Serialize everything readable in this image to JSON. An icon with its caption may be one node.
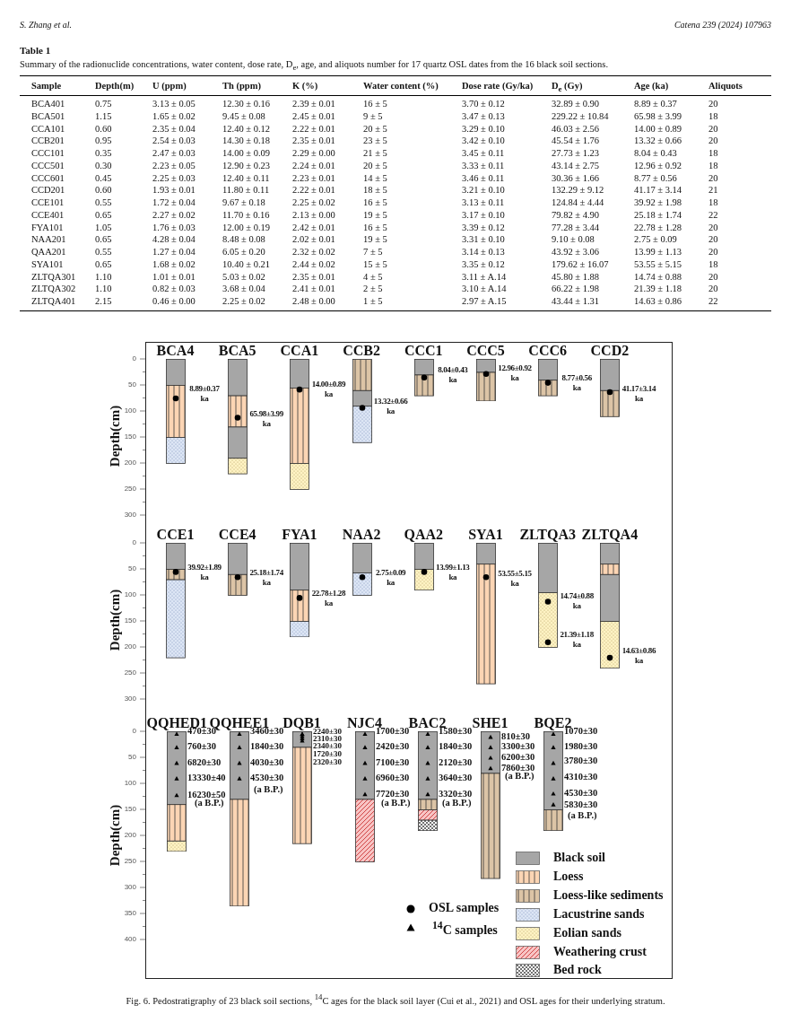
{
  "diagram": {
    "title": "Table 1",
    "caption": "Fig. 6. Pedostratigraphy of 23 black soil sections, $^{14}$C ages for the black soil layer (Cui et al., 2021) and OSL ages for their underlying stratum.",
    "nodes": [
      {
        "text": [
          "BCA4"
        ],
        "beside": [
          "8.89±0.37 ka"
        ]
      },
      {
        "text": [
          "BCA5"
        ],
        "beside": [
          "65.98±3.99 ka"
        ]
      },
      {
        "text": [
          "CCA1"
        ],
        "beside": [
          "14.00±0.89 ka"
        ]
      },
      {
        "text": [
          "CCB2"
        ],
        "beside": [
          "13.32±0.66 ka"
        ]
      },
      {
        "text": [
          "CCC1"
        ],
        "beside": [
          "8.04±0.43 ka"
        ]
      },
      {
        "text": [
          "CCC5"
        ],
        "beside": [
          "12.96±0.92 ka"
        ]
      },
      {
        "text": [
          "CCC6"
        ],
        "beside": [
          "8.77±0.56 ka"
        ]
      },
      {
        "text": [
          "CCD2"
        ],
        "beside": [
          "41.17±3.14 ka"
        ]
      },
      {
        "text": [
          "CCE1"
        ],
        "beside": [
          "39.92±1.89 ka"
        ]
      },
      {
        "text": [
          "CCE4"
        ],
        "beside": [
          "25.18±1.74 ka"
        ]
      },
      {
        "text": [
          "FYA1"
        ],
        "beside": [
          "22.78±1.28 ka"
        ]
      },
      {
        "text": [
          "NAA2"
        ],
        "beside": [
          "2.75±0.09 ka"
        ]
      },
      {
        "text": [
          "QAA2"
        ],
        "beside": [
          "13.99±1.13 ka"
        ]
      },
      {
        "text": [
          "SYA1"
        ],
        "beside": [
          "53.55±5.15 ka"
        ]
      },
      {
        "text": [
          "ZLTQA3"
        ],
        "beside": [
          "14.74±0.88 ka",
          "21.39±1.18 ka"
        ]
      },
      {
        "text": [
          "ZLTQA4"
        ],
        "beside": [
          "14.63±0.86 ka"
        ]
      },
      {
        "text": [
          "QQHED1"
        ],
        "beside": [
          "470±30",
          "760±30",
          "6820±30",
          "13330±40",
          "16230±50",
          "(a B.P.)"
        ]
      },
      {
        "text": [
          "QQHEE1"
        ],
        "beside": [
          "3460±30",
          "1840±30",
          "4030±30",
          "4530±30",
          "(a B.P.)"
        ]
      },
      {
        "text": [
          "DQB1"
        ],
        "beside": [
          "2240±30",
          "2310±30",
          "2340±30",
          "1720±30",
          "2320±30"
        ]
      },
      {
        "text": [
          "NJC4"
        ],
        "beside": [
          "1700±30",
          "2420±30",
          "7100±30",
          "6960±30",
          "7720±30",
          "(a B.P.)"
        ]
      },
      {
        "text": [
          "BAC2"
        ],
        "beside": [
          "1580±30",
          "1840±30",
          "2120±30",
          "3640±30",
          "3320±30",
          "(a B.P.)"
        ]
      },
      {
        "text": [
          "SHE1"
        ],
        "beside": [
          "810±30",
          "3300±30",
          "6200±30",
          "7860±30",
          "(a B.P.)"
        ]
      },
      {
        "text": [
          "BQE2"
        ],
        "beside": [
          "1070±30",
          "1980±30",
          "3780±30",
          "4310±30",
          "4530±30",
          "5830±30",
          "(a B.P.)"
        ]
      }
    ],
    "labels": [
      "S. Zhang et al.",
      "Catena 239 (2024) 107963",
      "Summary of the radionuclide concentrations, water content, dose rate, D$_{e}$, age, and aliquots number for 17 quartz OSL dates from the 16 black soil sections.",
      "Sample",
      "Depth(m)",
      "U (ppm)",
      "Th (ppm)",
      "K (%)",
      "Water content (%)",
      "Dose rate (Gy/ka)",
      "D$_{e}$ (Gy)",
      "Age (ka)",
      "Aliquots",
      "BCA401",
      "0.75",
      "3.13 ± 0.05",
      "12.30 ± 0.16",
      "2.39 ± 0.01",
      "16 ± 5",
      "3.70 ± 0.12",
      "32.89 ± 0.90",
      "8.89 ± 0.37",
      "20",
      "BCA501",
      "1.15",
      "1.65 ± 0.02",
      "9.45 ± 0.08",
      "2.45 ± 0.01",
      "9 ± 5",
      "3.47 ± 0.13",
      "229.22 ± 10.84",
      "65.98 ± 3.99",
      "18",
      "CCA101",
      "0.60",
      "2.35 ± 0.04",
      "12.40 ± 0.12",
      "2.22 ± 0.01",
      "20 ± 5",
      "3.29 ± 0.10",
      "46.03 ± 2.56",
      "14.00 ± 0.89",
      "20",
      "CCB201",
      "0.95",
      "2.54 ± 0.03",
      "14.30 ± 0.18",
      "2.35 ± 0.01",
      "23 ± 5",
      "3.42 ± 0.10",
      "45.54 ± 1.76",
      "13.32 ± 0.66",
      "20",
      "CCC101",
      "0.35",
      "2.47 ± 0.03",
      "14.00 ± 0.09",
      "2.29 ± 0.00",
      "21 ± 5",
      "3.45 ± 0.11",
      "27.73 ± 1.23",
      "8.04 ± 0.43",
      "18",
      "CCC501",
      "0.30",
      "2.23 ± 0.05",
      "12.90 ± 0.23",
      "2.24 ± 0.01",
      "20 ± 5",
      "3.33 ± 0.11",
      "43.14 ± 2.75",
      "12.96 ± 0.92",
      "18",
      "CCC601",
      "0.45",
      "2.25 ± 0.03",
      "12.40 ± 0.11",
      "2.23 ± 0.01",
      "14 ± 5",
      "3.46 ± 0.11",
      "30.36 ± 1.66",
      "8.77 ± 0.56",
      "20",
      "CCD201",
      "0.60",
      "1.93 ± 0.01",
      "11.80 ± 0.11",
      "2.22 ± 0.01",
      "18 ± 5",
      "3.21 ± 0.10",
      "132.29 ± 9.12",
      "41.17 ± 3.14",
      "21",
      "CCE101",
      "0.55",
      "1.72 ± 0.04",
      "9.67 ± 0.18",
      "2.25 ± 0.02",
      "16 ± 5",
      "3.13 ± 0.11",
      "124.84 ± 4.44",
      "39.92 ± 1.98",
      "18",
      "CCE401",
      "0.65",
      "2.27 ± 0.02",
      "11.70 ± 0.16",
      "2.13 ± 0.00",
      "19 ± 5",
      "3.17 ± 0.10",
      "79.82 ± 4.90",
      "25.18 ± 1.74",
      "22",
      "FYA101",
      "1.05",
      "1.76 ± 0.03",
      "12.00 ± 0.19",
      "2.42 ± 0.01",
      "16 ± 5",
      "3.39 ± 0.12",
      "77.28 ± 3.44",
      "22.78 ± 1.28",
      "20",
      "NAA201",
      "0.65",
      "4.28 ± 0.04",
      "8.48 ± 0.08",
      "2.02 ± 0.01",
      "19 ± 5",
      "3.31 ± 0.10",
      "9.10 ± 0.08",
      "2.75 ± 0.09",
      "20",
      "QAA201",
      "0.55",
      "1.27 ± 0.04",
      "6.05 ± 0.20",
      "2.32 ± 0.02",
      "7 ± 5",
      "3.14 ± 0.13",
      "43.92 ± 3.06",
      "13.99 ± 1.13",
      "20",
      "SYA101",
      "0.65",
      "1.68 ± 0.02",
      "10.40 ± 0.21",
      "2.44 ± 0.02",
      "15 ± 5",
      "3.35 ± 0.12",
      "179.62 ± 16.07",
      "53.55 ± 5.15",
      "18",
      "ZLTQA301",
      "1.10",
      "1.01 ± 0.01",
      "5.03 ± 0.02",
      "2.35 ± 0.01",
      "4 ± 5",
      "3.11 ± A.14",
      "45.80 ± 1.88",
      "14.74 ± 0.88",
      "20",
      "ZLTQA302",
      "1.10",
      "0.82 ± 0.03",
      "3.68 ± 0.04",
      "2.41 ± 0.01",
      "2 ± 5",
      "3.10 ± A.14",
      "66.22 ± 1.98",
      "21.39 ± 1.18",
      "20",
      "ZLTQA401",
      "2.15",
      "0.46 ± 0.00",
      "2.25 ± 0.02",
      "2.48 ± 0.00",
      "1 ± 5",
      "2.97 ± A.15",
      "43.44 ± 1.31",
      "14.63 ± 0.86",
      "22",
      "Depth(cm)",
      "0",
      "50",
      "100",
      "150",
      "200",
      "250",
      "300",
      "Depth(cm)",
      "0",
      "50",
      "100",
      "150",
      "200",
      "250",
      "300",
      "Depth(cm)",
      "0",
      "50",
      "100",
      "150",
      "200",
      "250",
      "300",
      "350",
      "400"
    ],
    "legend": [
      {
        "text": "Black soil",
        "color": "#a6a6a6"
      },
      {
        "text": "Loess"
      },
      {
        "text": "Loess-like sediments"
      },
      {
        "text": "Lacustrine sands"
      },
      {
        "text": "Eolian sands"
      },
      {
        "text": "Weathering crust"
      },
      {
        "text": "Bed rock"
      },
      {
        "text": "OSL samples"
      },
      {
        "text": "$^{14}$C samples"
      }
    ]
  }
}
